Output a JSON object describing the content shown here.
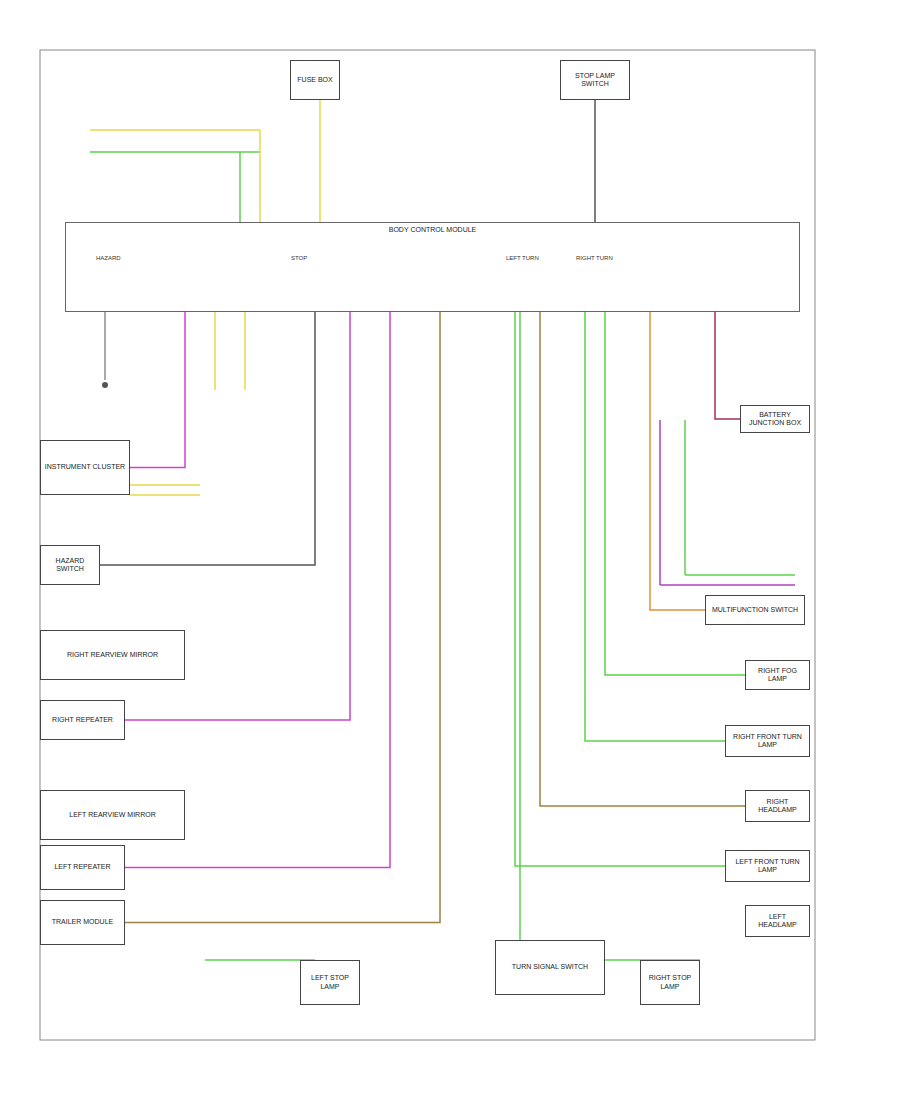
{
  "diagram": {
    "nodes": [
      {
        "text": [
          "BODY CONTROL MODULE"
        ]
      },
      {
        "text": [
          "INSTRUMENT CLUSTER"
        ]
      },
      {
        "text": [
          "HAZARD SWITCH"
        ]
      },
      {
        "text": [
          "RIGHT REARVIEW MIRROR"
        ]
      },
      {
        "text": [
          "RIGHT REPEATER"
        ]
      },
      {
        "text": [
          "LEFT REARVIEW MIRROR"
        ]
      },
      {
        "text": [
          "LEFT REPEATER"
        ]
      },
      {
        "text": [
          "TRAILER MODULE"
        ]
      },
      {
        "text": [
          "LEFT STOP LAMP"
        ]
      },
      {
        "text": [
          "TURN SIGNAL SWITCH"
        ]
      },
      {
        "text": [
          "RIGHT STOP LAMP"
        ]
      },
      {
        "text": [
          "BATTERY JUNCTION BOX"
        ]
      },
      {
        "text": [
          "MULTIFUNCTION SWITCH"
        ]
      },
      {
        "text": [
          "RIGHT FOG LAMP"
        ]
      },
      {
        "text": [
          "RIGHT FRONT TURN LAMP"
        ]
      },
      {
        "text": [
          "RIGHT HEADLAMP"
        ]
      },
      {
        "text": [
          "LEFT FRONT TURN LAMP"
        ]
      },
      {
        "text": [
          "LEFT HEADLAMP"
        ]
      },
      {
        "text": [
          "FUSE BOX"
        ]
      },
      {
        "text": [
          "STOP LAMP SWITCH"
        ]
      }
    ],
    "edges": [
      {
        "from": 0,
        "to": 1,
        "arrow": "none"
      },
      {
        "from": 0,
        "to": 2,
        "arrow": "none"
      },
      {
        "from": 0,
        "to": 4,
        "arrow": "none"
      },
      {
        "from": 0,
        "to": 6,
        "arrow": "none"
      },
      {
        "from": 0,
        "to": 7,
        "arrow": "none"
      },
      {
        "from": 0,
        "to": 9,
        "arrow": "none"
      },
      {
        "from": 0,
        "to": 12,
        "arrow": "none"
      },
      {
        "from": 0,
        "to": 13,
        "arrow": "none"
      },
      {
        "from": 0,
        "to": 14,
        "arrow": "none"
      },
      {
        "from": 0,
        "to": 15,
        "arrow": "none"
      },
      {
        "from": 0,
        "to": 16,
        "arrow": "none"
      },
      {
        "from": 0,
        "to": 11,
        "arrow": "none"
      },
      {
        "from": 0,
        "to": 18,
        "arrow": "none"
      },
      {
        "from": 0,
        "to": 19,
        "arrow": "none"
      }
    ],
    "labels": [
      "HAZARD",
      "LEFT TURN",
      "RIGHT TURN",
      "STOP"
    ]
  }
}
